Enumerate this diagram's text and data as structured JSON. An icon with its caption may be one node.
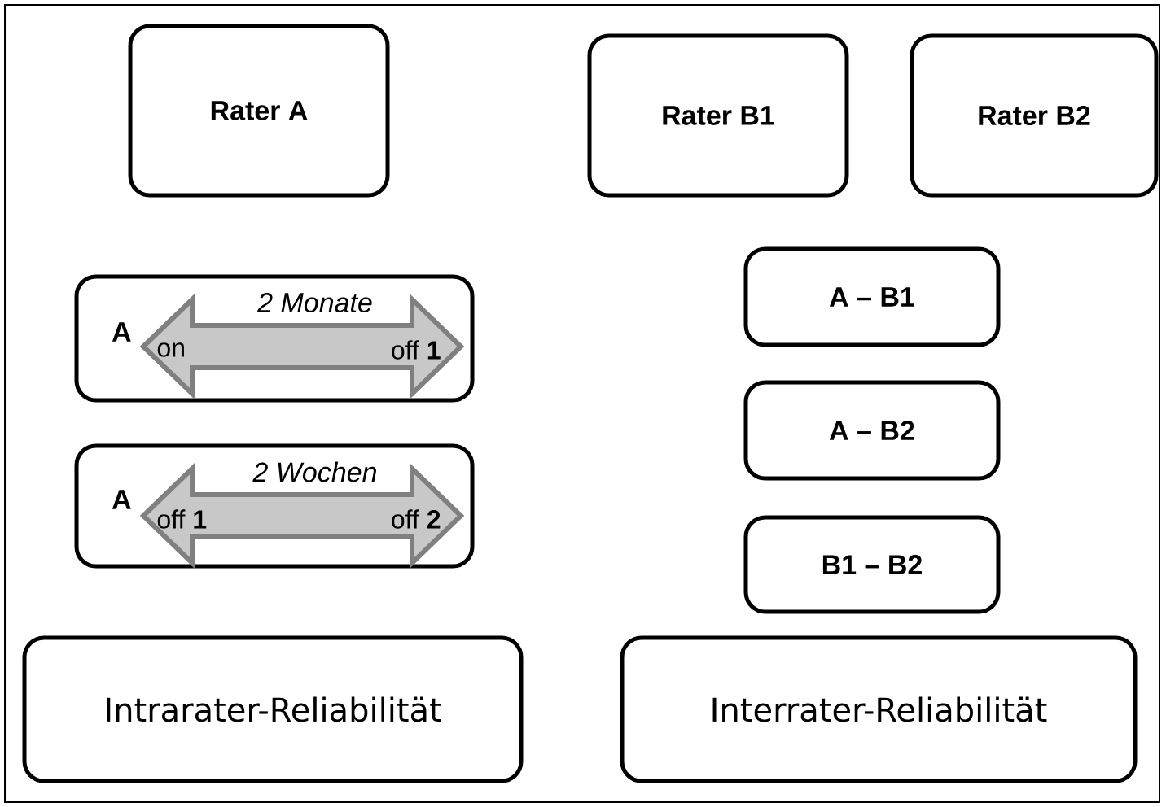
{
  "diagram": {
    "nodes": [
      {
        "text": [
          "Rater A"
        ]
      },
      {
        "text": [
          "Rater B1"
        ]
      },
      {
        "text": [
          "Rater B2"
        ]
      },
      {
        "text": [
          "A"
        ]
      },
      {
        "text": [
          "2 Monate",
          "on",
          "off **1**"
        ],
        "in": 3
      },
      {
        "text": [
          "A"
        ]
      },
      {
        "text": [
          "2 Wochen",
          "off **1**",
          "off **2**"
        ],
        "in": 5
      },
      {
        "text": [
          "A – B1"
        ]
      },
      {
        "text": [
          "A – B2"
        ]
      },
      {
        "text": [
          "B1 – B2"
        ]
      },
      {
        "text": [
          "Intrarater-Reliabilität"
        ]
      },
      {
        "text": [
          "Interrater-Reliabilität"
        ]
      }
    ]
  }
}
